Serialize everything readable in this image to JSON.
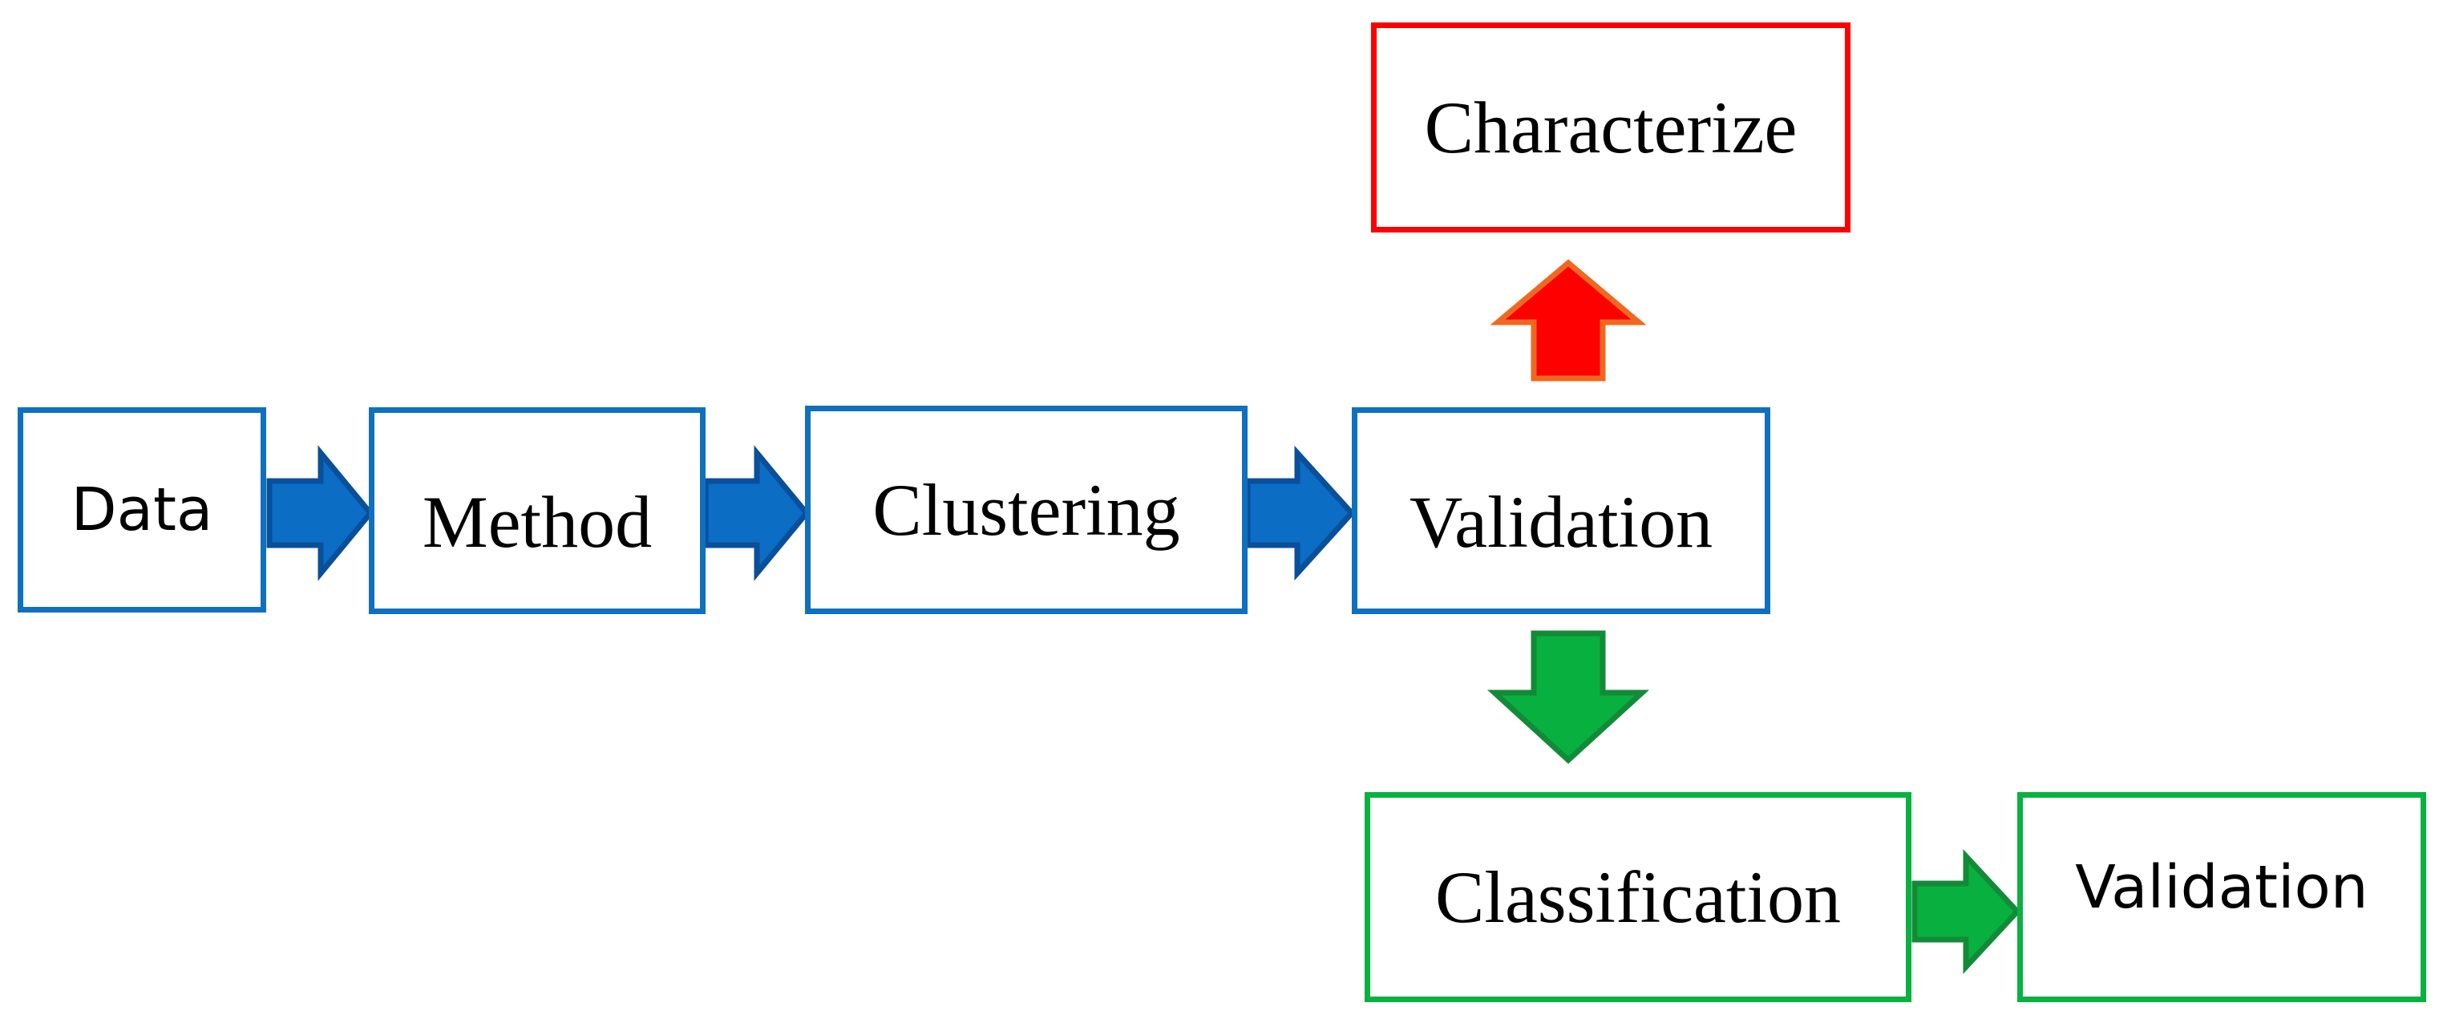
{
  "nodes": {
    "data": "Data",
    "method": "Method",
    "clustering": "Clustering",
    "validation_main": "Validation",
    "characterize": "Characterize",
    "classification": "Classification",
    "validation_final": "Validation"
  },
  "colors": {
    "blue_border": "#0f70c0",
    "blue_arrow_fill": "#0b6dc4",
    "blue_arrow_stroke": "#0a4f9a",
    "red_border": "#ff0000",
    "red_arrow_fill": "#ff0000",
    "red_arrow_stroke": "#f06820",
    "green_border": "#09b140",
    "green_arrow_fill": "#08b040",
    "green_arrow_stroke": "#138a38"
  },
  "icons": {
    "flow_arrow": "block-arrow"
  }
}
